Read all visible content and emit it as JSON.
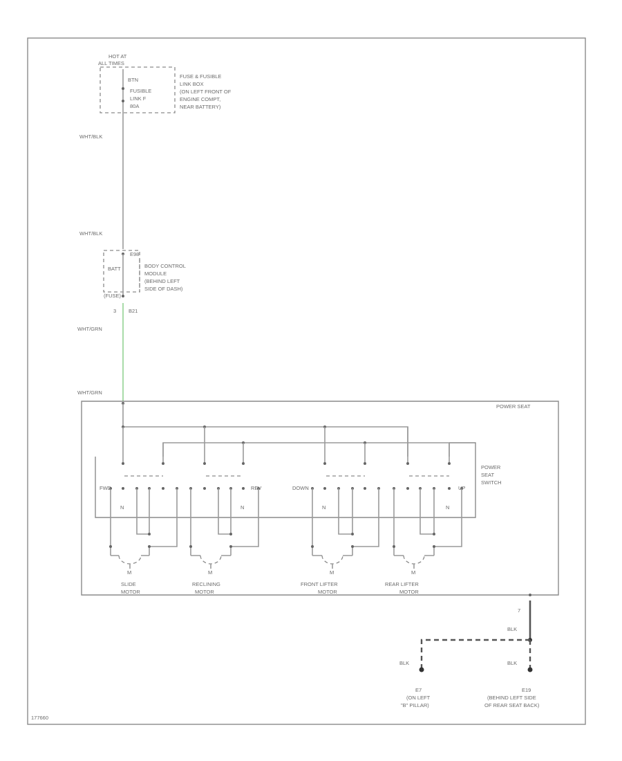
{
  "power": {
    "hot_at_line1": "HOT AT",
    "hot_at_line2": "ALL TIMES",
    "fuse_top_label": "BTN",
    "fuse_mid_label1": "FUSIBLE",
    "fuse_mid_label2": "LINK F",
    "fuse_bot_label": "80A",
    "fuse_box_desc": [
      "FUSE & FUSIBLE",
      "LINK BOX",
      "(ON LEFT FRONT OF",
      "ENGINE COMPT,",
      "NEAR BATTERY)"
    ]
  },
  "wires": {
    "wht_blk_1": "WHT/BLK",
    "wht_blk_2": "WHT/BLK",
    "wht_grn_1": "WHT/GRN",
    "wht_grn_2": "WHT/GRN",
    "blk_1": "BLK",
    "blk_2": "BLK",
    "blk_3": "BLK"
  },
  "bcm": {
    "pin_top": "E98",
    "batt_label": "BATT",
    "desc": [
      "BODY CONTROL",
      "MODULE",
      "(BEHIND LEFT",
      "SIDE OF DASH)"
    ],
    "bottom_left": "(FUSE)",
    "pin_bottom_left": "3",
    "pin_bottom_right": "B21"
  },
  "power_seat": {
    "title": "POWER SEAT",
    "switch_desc": [
      "POWER",
      "SEAT",
      "SWITCH"
    ],
    "left_label": "FWD",
    "rec_right_label": "REV",
    "down_label": "DOWN",
    "up_label": "UP",
    "n_labels": [
      "N",
      "N",
      "N",
      "N"
    ],
    "motor_letter": [
      "M",
      "M",
      "M",
      "M"
    ],
    "motors": [
      {
        "line1": "SLIDE",
        "line2": "MOTOR"
      },
      {
        "line1": "RECLINING",
        "line2": "MOTOR"
      },
      {
        "line1": "FRONT LIFTER",
        "line2": "MOTOR"
      },
      {
        "line1": "REAR LIFTER",
        "line2": "MOTOR"
      }
    ],
    "ground_pin": "7"
  },
  "grounds": [
    {
      "id": "E7",
      "line1": "(ON LEFT",
      "line2": "\"B\" PILLAR)"
    },
    {
      "id": "E19",
      "line1": "(BEHIND LEFT SIDE",
      "line2": "OF REAR SEAT BACK)"
    }
  ],
  "footer": {
    "code": "177660"
  }
}
